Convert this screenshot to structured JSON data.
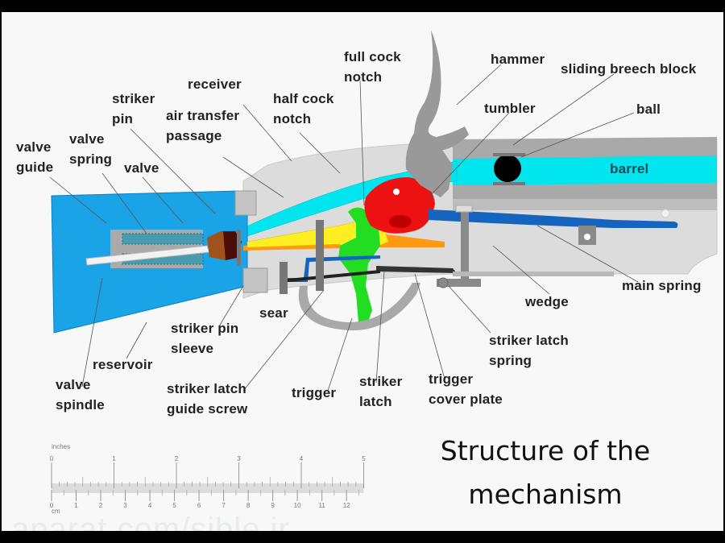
{
  "title": {
    "line1": "Structure of the",
    "line2": "mechanism"
  },
  "labels": {
    "valve_guide": "valve\nguide",
    "valve_spring": "valve\nspring",
    "valve": "valve",
    "striker_pin": "striker\npin",
    "air_transfer_passage": "air transfer\npassage",
    "receiver": "receiver",
    "half_cock_notch": "half cock\nnotch",
    "full_cock_notch": "full cock\nnotch",
    "hammer": "hammer",
    "sliding_breech_block": "sliding breech block",
    "tumbler": "tumbler",
    "ball": "ball",
    "barrel": "barrel",
    "main_spring": "main spring",
    "wedge": "wedge",
    "striker_latch_spring": "striker latch\nspring",
    "trigger_cover_plate": "trigger\ncover plate",
    "striker_latch": "striker\nlatch",
    "trigger": "trigger",
    "striker_latch_guide_screw": "striker latch\nguide screw",
    "sear": "sear",
    "striker_pin_sleeve": "striker pin\nsleeve",
    "reservoir": "reservoir",
    "valve_spindle": "valve\nspindle"
  },
  "ruler": {
    "top_unit": "inches",
    "bottom_unit": "cm",
    "inch_ticks": [
      "0",
      "1",
      "2",
      "3",
      "4",
      "5"
    ],
    "cm_ticks": [
      "0",
      "1",
      "2",
      "3",
      "4",
      "5",
      "6",
      "7",
      "8",
      "9",
      "10",
      "11",
      "12"
    ]
  },
  "watermark": "aparat.com/sible.ir",
  "colors": {
    "reservoir": "#1aa3e6",
    "barrel": "#00e5ee",
    "tumbler": "#ee1111",
    "trigger": "#22dd22",
    "striker_latch": "#ffee22",
    "striker": "#ff9911",
    "main_spring": "#1565c0",
    "hammer": "#999999",
    "ball": "#000000",
    "receiver": "#dcdcdc"
  }
}
